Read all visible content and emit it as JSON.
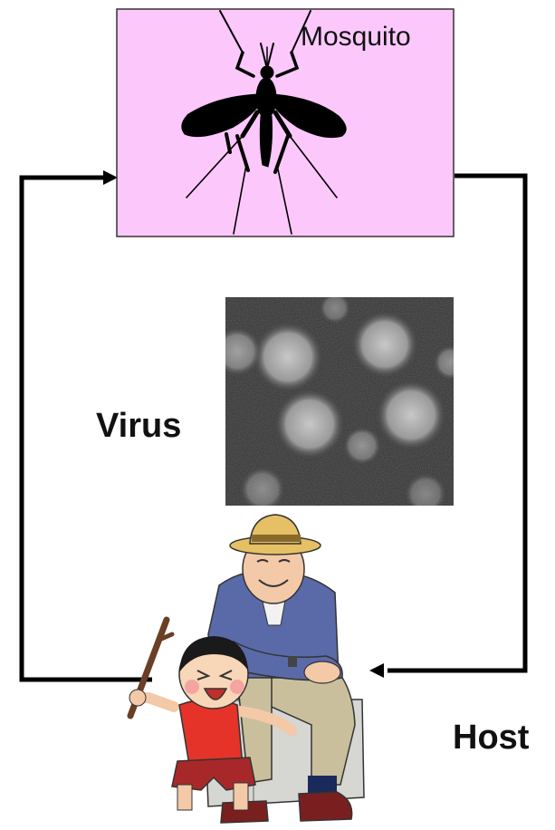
{
  "labels": {
    "mosquito": "Mosquito",
    "virus": "Virus",
    "host": "Host"
  },
  "colors": {
    "mosquito_box_fill": "#fcc8fc",
    "line": "#000000",
    "micrograph_bg": "#2e2e2e",
    "hat": "#e6c064",
    "grandpa_shirt": "#5a6aa8",
    "child_shirt": "#e5332a",
    "stool": "#d6d6d2"
  },
  "icons": [
    "mosquito-silhouette-icon",
    "virus-micrograph-image",
    "grandfather-illustration",
    "child-illustration"
  ]
}
